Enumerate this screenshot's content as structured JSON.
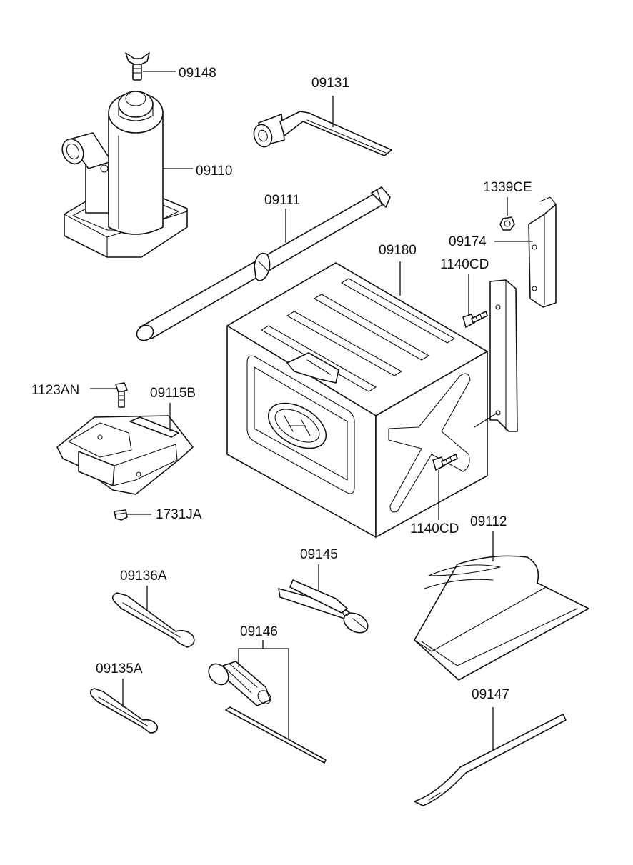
{
  "callouts": {
    "p09148": "09148",
    "p09131": "09131",
    "p09110": "09110",
    "p1339CE": "1339CE",
    "p09111": "09111",
    "p09174": "09174",
    "p09180": "09180",
    "p1140CD_top": "1140CD",
    "p1123AN": "1123AN",
    "p09115B": "09115B",
    "p1731JA": "1731JA",
    "p1140CD_bottom": "1140CD",
    "p09112": "09112",
    "p09145": "09145",
    "p09136A": "09136A",
    "p09146": "09146",
    "p09135A": "09135A",
    "p09147": "09147"
  },
  "parts": [
    {
      "id": "09110",
      "icon": "bottle-jack-icon"
    },
    {
      "id": "09148",
      "icon": "wing-bolt-icon"
    },
    {
      "id": "09131",
      "icon": "wheel-nut-wrench-icon"
    },
    {
      "id": "09111",
      "icon": "jack-handle-icon"
    },
    {
      "id": "09180",
      "icon": "tool-box-icon"
    },
    {
      "id": "1339CE",
      "icon": "nut-icon"
    },
    {
      "id": "09174",
      "icon": "bracket-icon"
    },
    {
      "id": "1140CD",
      "icon": "bolt-icon"
    },
    {
      "id": "1123AN",
      "icon": "bolt-icon"
    },
    {
      "id": "09115B",
      "icon": "jack-bracket-icon"
    },
    {
      "id": "1731JA",
      "icon": "plug-icon"
    },
    {
      "id": "09112",
      "icon": "tool-bag-icon"
    },
    {
      "id": "09145",
      "icon": "pliers-icon"
    },
    {
      "id": "09136A",
      "icon": "spanner-icon"
    },
    {
      "id": "09135A",
      "icon": "spanner-icon"
    },
    {
      "id": "09146",
      "icon": "screwdriver-icon"
    },
    {
      "id": "09147",
      "icon": "pry-bar-icon"
    }
  ]
}
